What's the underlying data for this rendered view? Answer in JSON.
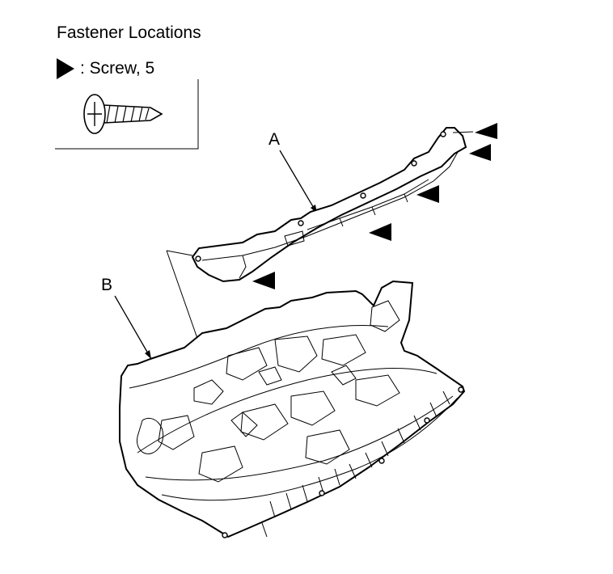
{
  "title": "Fastener Locations",
  "legend": {
    "marker_icon": "triangle-marker-icon",
    "text": ": Screw, 5"
  },
  "labels": {
    "a": "A",
    "b": "B"
  },
  "colors": {
    "line": "#000000",
    "background": "#ffffff"
  }
}
